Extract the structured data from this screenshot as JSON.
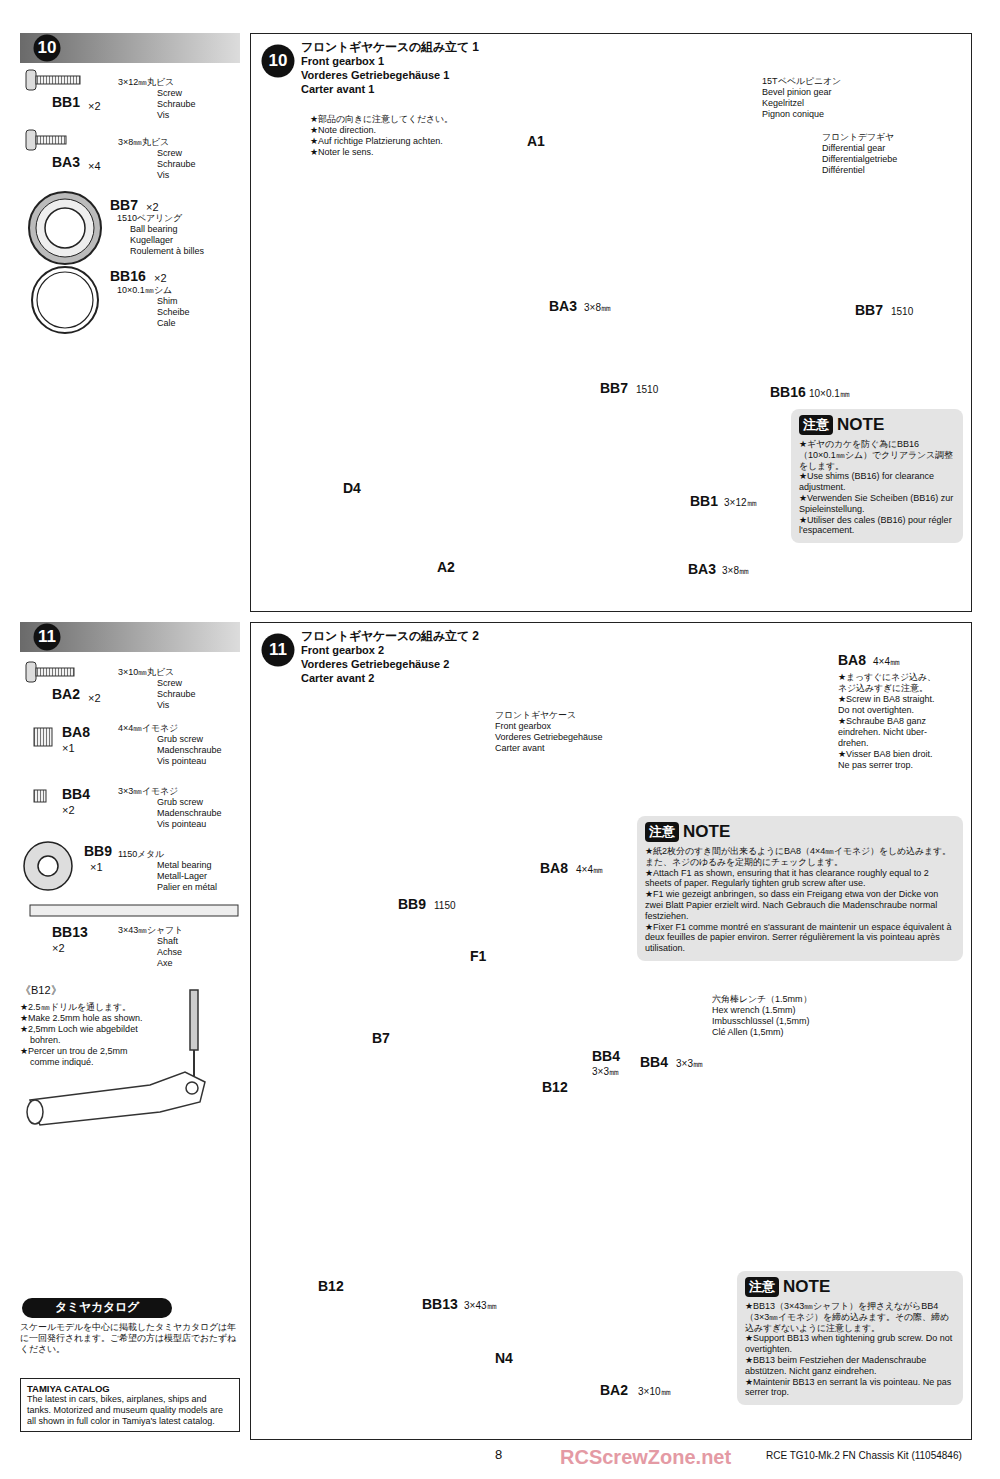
{
  "diagram": {
    "nodes": [
      {
        "text": [
          "10"
        ]
      },
      {
        "text": [
          "フロントギヤケースの組み立て 1",
          "Front gearbox 1",
          "Vorderes Getriebegehäuse 1",
          "Carter avant 1"
        ]
      },
      {
        "text": [
          "10"
        ],
        "in": 1
      },
      {
        "text": [
          "注意",
          "NOTE",
          "★ギヤのカケを防ぐ為にBB16（10×0.1㎜シム）でクリアランス調整をします。",
          "★Use shims (BB16) for clearance adjustment.",
          "★Verwenden Sie Scheiben (BB16) zur Spieleinstellung.",
          "★Utiliser des cales (BB16) pour régler l'espacement."
        ],
        "in": 1
      },
      {
        "text": [
          "11"
        ]
      },
      {
        "text": [
          "フロントギヤケースの組み立て 2",
          "Front gearbox 2",
          "Vorderes Getriebegehäuse 2",
          "Carter avant 2"
        ]
      },
      {
        "text": [
          "11"
        ],
        "in": 5
      },
      {
        "text": [
          "注意",
          "NOTE",
          "★紙2枚分のすき間が出来るようにBA8（4×4㎜イモネジ）をしめ込みます。また、ネジのゆるみを定期的にチェックします。",
          "★Attach F1 as shown, ensuring that it has clearance roughly equal to 2 sheets of paper. Regularly tighten grub screw after use.",
          "★F1 wie gezeigt anbringen, so dass ein Freigang etwa von der Dicke von zwei Blatt Papier erzielt wird. Nach Gebrauch die Madenschraube normal festziehen.",
          "★Fixer F1 comme montré en s'assurant de maintenir un espace équivalent à deux feuilles de papier environ. Serrer régulièrement la vis pointeau après utilisation."
        ],
        "in": 5
      },
      {
        "text": [
          "注意",
          "NOTE",
          "★BB13（3×43㎜シャフト）を押さえながらBB4（3×3㎜イモネジ）を締め込みます。その際、締め込みすぎないように注意します。",
          "★Support BB13 when tightening grub screw. Do not overtighten.",
          "★BB13 beim Festziehen der Madenschraube abstützen. Nicht ganz eindrehen.",
          "★Maintenir BB13 en serrant la vis pointeau. Ne pas serrer trop."
        ],
        "in": 5
      },
      {
        "text": [
          "タミヤカタログ"
        ]
      },
      {
        "text": [
          "TAMIYA CATALOG",
          "The latest in cars, bikes, airplanes, ships and tanks. Motorized and museum quality models are all shown in full color in Tamiya's latest catalog."
        ]
      }
    ],
    "labels": [
      "BB1",
      "×2",
      "3×12㎜丸ビス",
      "Screw",
      "Schraube",
      "Vis",
      "BA3",
      "×4",
      "3×8㎜丸ビス",
      "Screw",
      "Schraube",
      "Vis",
      "BB7",
      "×2",
      "1510ベアリング",
      "Ball bearing",
      "Kugellager",
      "Roulement à billes",
      "BB16",
      "×2",
      "10×0.1㎜シム",
      "Shim",
      "Scheibe",
      "Cale",
      "★部品の向きに注意してください。",
      "★Note direction.",
      "★Auf richtige Platzierung achten.",
      "★Noter le sens.",
      "15Tベベルピニオン",
      "Bevel pinion gear",
      "Kegelritzel",
      "Pignon conique",
      "フロントデフギヤ",
      "Differential gear",
      "Differentialgetriebe",
      "Différentiel",
      "A1",
      "BA3",
      "3×8㎜",
      "D4",
      "BB1",
      "3×12㎜",
      "A2",
      "BA3",
      "3×8㎜",
      "BB7",
      "1510",
      "BB7",
      "1510",
      "BB16",
      "10×0.1㎜",
      "BA2",
      "×2",
      "3×10㎜丸ビス",
      "Screw",
      "Schraube",
      "Vis",
      "BA8",
      "×1",
      "4×4㎜イモネジ",
      "Grub screw",
      "Madenschraube",
      "Vis pointeau",
      "BB4",
      "×2",
      "3×3㎜イモネジ",
      "Grub screw",
      "Madenschraube",
      "Vis pointeau",
      "BB9",
      "×1",
      "1150メタル",
      "Metal bearing",
      "Metall-Lager",
      "Palier en métal",
      "BB13",
      "×2",
      "3×43㎜シャフト",
      "Shaft",
      "Achse",
      "Axe",
      "《B12》",
      "★2.5㎜ドリルを通します。",
      "★Make 2.5mm hole as shown.",
      "★2,5mm Loch wie abgebildet",
      "bohren.",
      "★Percer un trou de 2,5mm",
      "comme indiqué.",
      "スケールモデルを中心に掲載したタミヤカタログは年に一回発行されます。ご希望の方は模型店でおたずねください。",
      "フロントギヤケース",
      "Front gearbox",
      "Vorderes Getriebegehäuse",
      "Carter avant",
      "BA8",
      "4×4㎜",
      "BB9",
      "1150",
      "F1",
      "B7",
      "B12",
      "BB4",
      "3×3㎜",
      "B12",
      "BB13",
      "3×43㎜",
      "N4",
      "BA2",
      "3×10㎜",
      "BA8",
      "4×4㎜",
      "★まっすぐにネジ込み、",
      "ネジ込みすぎに注意。",
      "★Screw in BA8 straight.",
      "Do not overtighten.",
      "★Schraube BA8 ganz",
      "eindrehen. Nicht über-",
      "drehen.",
      "★Visser BA8 bien droit.",
      "Ne pas serrer trop.",
      "六角棒レンチ（1.5mm）",
      "Hex wrench (1.5mm)",
      "Imbusschlüssel (1,5mm)",
      "Clé Allen (1,5mm)",
      "BB4",
      "3×3㎜",
      "8",
      "RCE TG10-Mk.2 FN Chassis Kit (11054846)",
      "RCScrewZone.net"
    ]
  }
}
